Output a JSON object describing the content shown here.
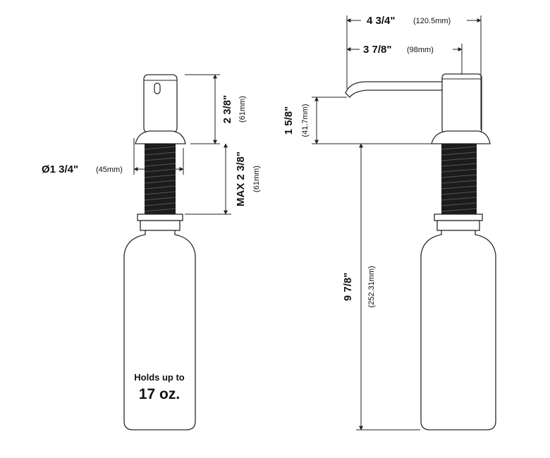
{
  "left_view": {
    "height_top": {
      "imperial": "2 3/8\"",
      "metric": "(61mm)"
    },
    "diameter": {
      "imperial": "Ø1 3/4\"",
      "metric": "(45mm)"
    },
    "max_thread": {
      "imperial": "MAX 2 3/8\"",
      "metric": "(61mm)"
    },
    "bottle_note": {
      "line1": "Holds up to",
      "line2": "17 oz."
    }
  },
  "right_view": {
    "overall_reach": {
      "imperial": "4 3/4\"",
      "metric": "(120.5mm)"
    },
    "spout_reach": {
      "imperial": "3 7/8\"",
      "metric": "(98mm)"
    },
    "spout_height": {
      "imperial": "1 5/8\"",
      "metric": "(41.7mm)"
    },
    "below_counter": {
      "imperial": "9 7/8\"",
      "metric": "(252.31mm)"
    }
  },
  "colors": {
    "line": "#222222",
    "thread": "#1c1c1c",
    "background": "#ffffff"
  }
}
